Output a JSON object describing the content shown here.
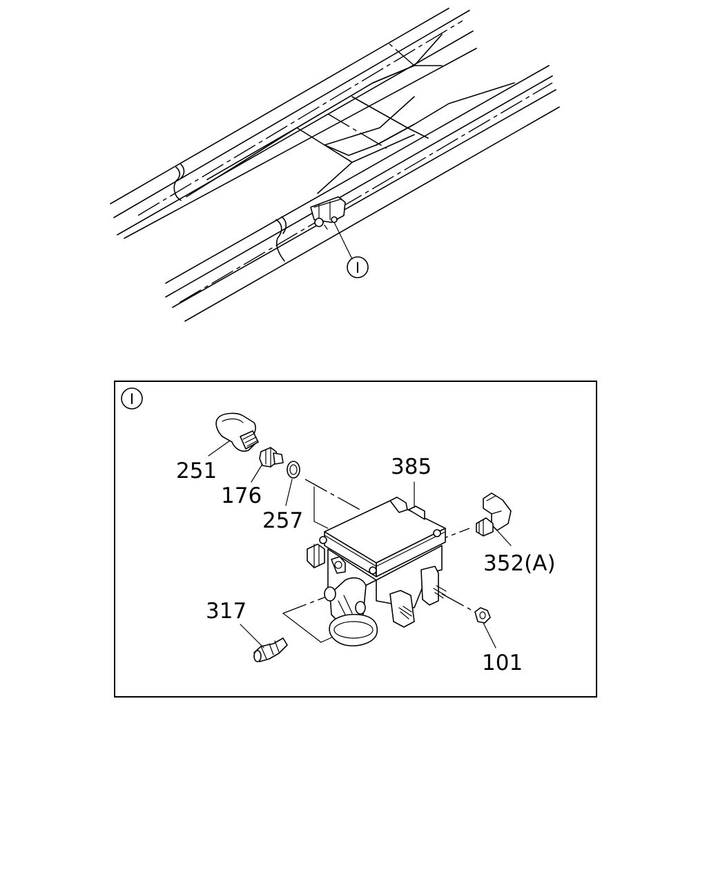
{
  "overview": {
    "callout": "I"
  },
  "detail": {
    "marker": "I",
    "parts": [
      {
        "id": "251",
        "label": "251"
      },
      {
        "id": "176",
        "label": "176"
      },
      {
        "id": "257",
        "label": "257"
      },
      {
        "id": "385",
        "label": "385"
      },
      {
        "id": "352",
        "label": "352(A)"
      },
      {
        "id": "317",
        "label": "317"
      },
      {
        "id": "101",
        "label": "101"
      }
    ]
  }
}
